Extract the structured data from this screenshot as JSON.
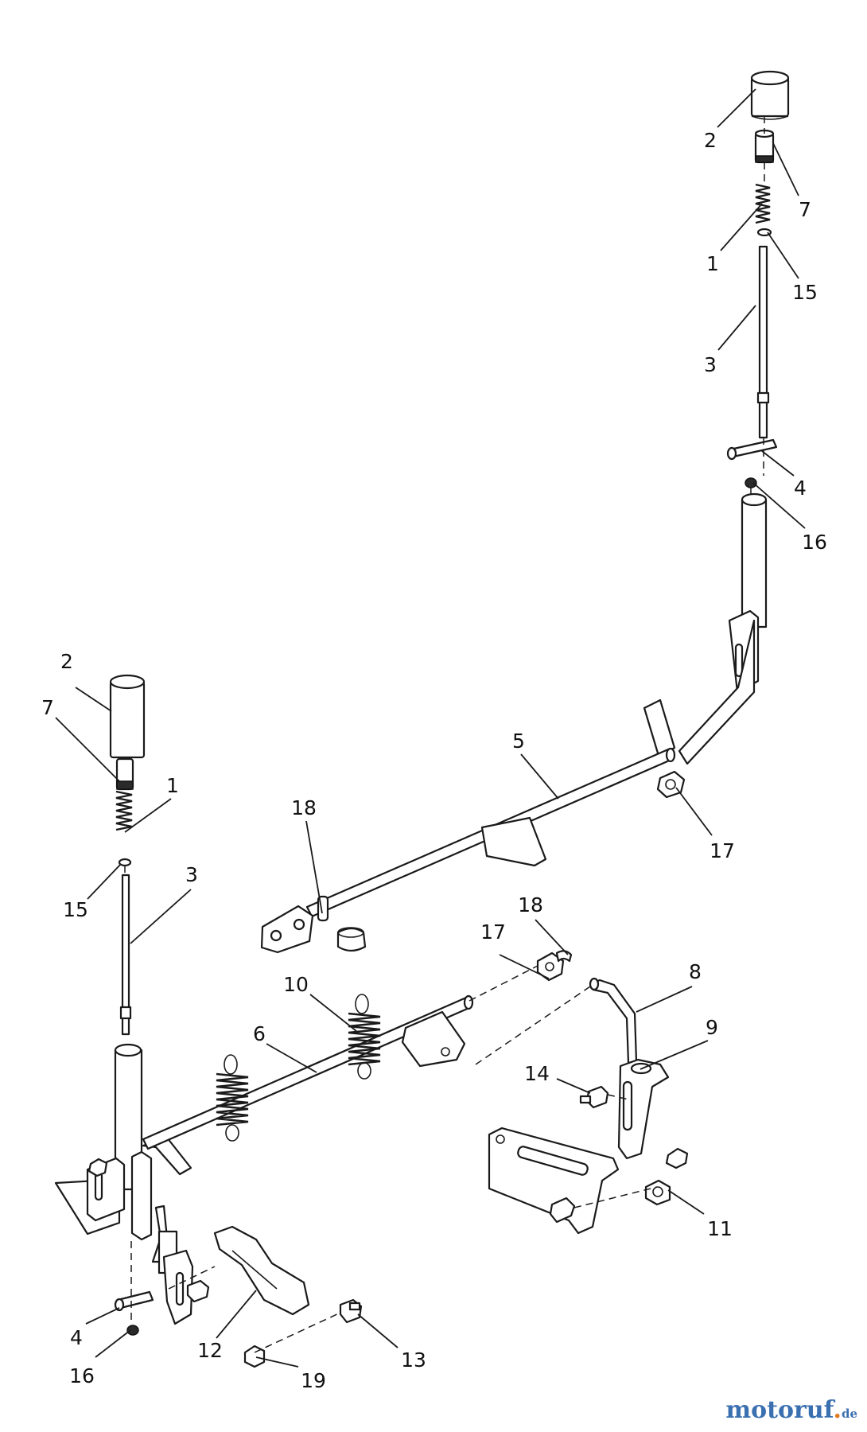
{
  "callouts": {
    "c2_top": "2",
    "c7_top": "7",
    "c1_top": "1",
    "c15_top": "15",
    "c3_top": "3",
    "c4_top": "4",
    "c16_top": "16",
    "c5": "5",
    "c17_top": "17",
    "c18_top": "18",
    "c2_left": "2",
    "c7_left": "7",
    "c1_left": "1",
    "c15_left": "15",
    "c3_left": "3",
    "c18_mid": "18",
    "c17_mid": "17",
    "c10": "10",
    "c8": "8",
    "c6": "6",
    "c9": "9",
    "c14": "14",
    "c11": "11",
    "c4_left": "4",
    "c12": "12",
    "c13": "13",
    "c16_left": "16",
    "c19": "19"
  },
  "watermark": {
    "name": "motoruf",
    "dot": ".",
    "tld": "de"
  }
}
